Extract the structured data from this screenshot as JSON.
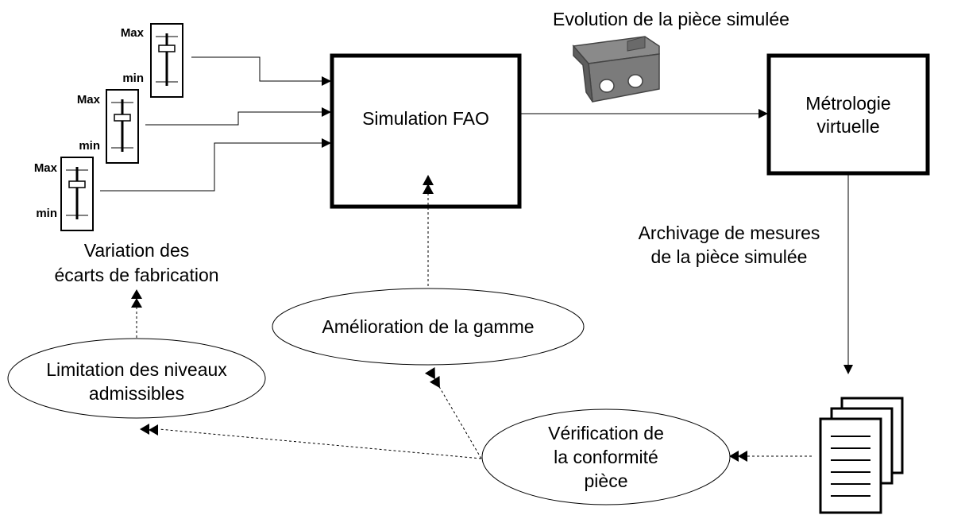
{
  "boxes": {
    "simulation": "Simulation FAO",
    "metrologie": [
      "Métrologie",
      "virtuelle"
    ]
  },
  "captions": {
    "evolution": "Evolution de la pièce simulée",
    "archivage": [
      "Archivage de mesures",
      "de la pièce simulée"
    ],
    "variation": [
      "Variation des",
      "écarts de fabrication"
    ]
  },
  "ellipses": {
    "amelioration": "Amélioration de la gamme",
    "limitation": [
      "Limitation des niveaux",
      "admissibles"
    ],
    "verification": [
      "Vérification de",
      "la conformité",
      "pièce"
    ]
  },
  "sliders": [
    {
      "max_label": "Max",
      "min_label": "min"
    },
    {
      "max_label": "Max",
      "min_label": "min"
    },
    {
      "max_label": "Max",
      "min_label": "min"
    }
  ]
}
